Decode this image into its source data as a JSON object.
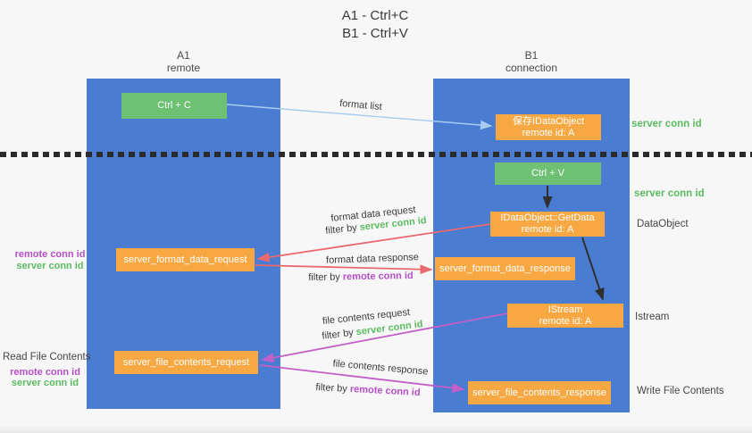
{
  "title": {
    "line1": "A1 - Ctrl+C",
    "line2": "B1 - Ctrl+V"
  },
  "lanes": {
    "left": {
      "name": "A1",
      "role": "remote"
    },
    "right": {
      "name": "B1",
      "role": "connection"
    }
  },
  "nodes": {
    "ctrl_c": {
      "label": "Ctrl + C"
    },
    "ctrl_v": {
      "label": "Ctrl + V"
    },
    "save_idataobject": {
      "line1": "保存IDataObject",
      "line2": "remote id: A"
    },
    "getdata": {
      "line1": "IDataObject::GetData",
      "line2": "remote id: A"
    },
    "istream": {
      "line1": "IStream",
      "line2": "remote id: A"
    },
    "server_format_data_request": {
      "label": "server_format_data_request"
    },
    "server_format_data_response": {
      "label": "server_format_data_response"
    },
    "server_file_contents_request": {
      "label": "server_file_contents_request"
    },
    "server_file_contents_response": {
      "label": "server_file_contents_response"
    }
  },
  "annotations": {
    "format_list": "format list",
    "format_data_request": "format data request",
    "format_data_response": "format data response",
    "file_contents_request": "file contents request",
    "file_contents_response": "file contents response",
    "filter_by": "filter by",
    "server_conn_id": "server conn id",
    "remote_conn_id": "remote conn id"
  },
  "side_labels": {
    "server_conn_id_top": "server conn id",
    "server_conn_id_mid": "server conn id",
    "dataobject": "DataObject",
    "istream": "Istream",
    "write_file_contents": "Write File Contents",
    "read_file_contents": "Read File Contents",
    "remote_conn_id_1": "remote conn id",
    "server_conn_id_1": "server conn id",
    "remote_conn_id_2": "remote conn id",
    "server_conn_id_2": "server conn id"
  },
  "colors": {
    "bg": "#f7f7f7",
    "lane_blue": "#4a7cd2",
    "box_green": "#6ec073",
    "box_orange": "#f7a843",
    "text_dark": "#3d3d3d",
    "accent_green": "#5bbb61",
    "accent_purple": "#b44fc6",
    "arrow_red": "#e9696e",
    "arrow_magenta": "#c35fc8",
    "arrow_blue": "#a8cdf0",
    "arrow_black": "#2f2f2f",
    "divider": "#2b2b2b"
  }
}
